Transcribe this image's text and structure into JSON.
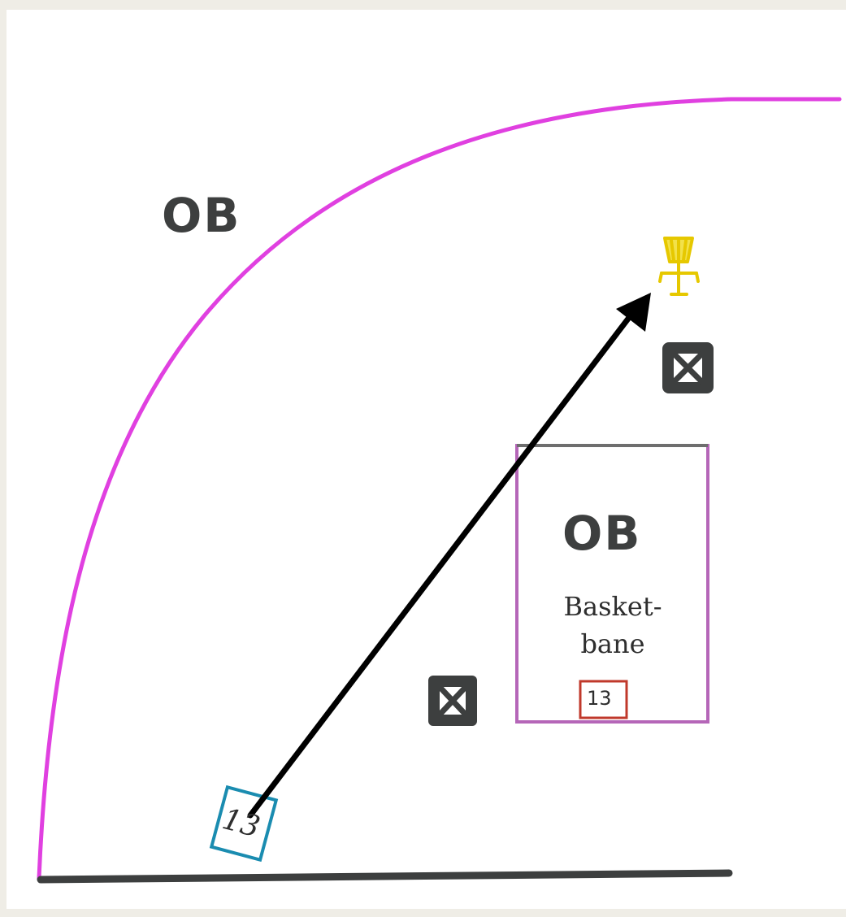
{
  "map": {
    "ob_outer_label": "OB",
    "ob_inner_label": "OB",
    "zone_line1": "Basket-",
    "zone_line2": "bane",
    "tee_number": "13",
    "tee_sign_number": "13"
  },
  "colors": {
    "ob_line": "#e040e0",
    "zone_border": "#b566b8",
    "tee_pad": "#1a8cb0",
    "tee_sign": "#c0392b",
    "basket": "#e6c800",
    "ground_line": "#3d3f3f",
    "obstacle": "#3d3f3f",
    "flight_arrow": "#000000"
  },
  "icons": [
    "disc-golf-basket-icon",
    "obstacle-box-icon",
    "flight-arrow-icon"
  ]
}
